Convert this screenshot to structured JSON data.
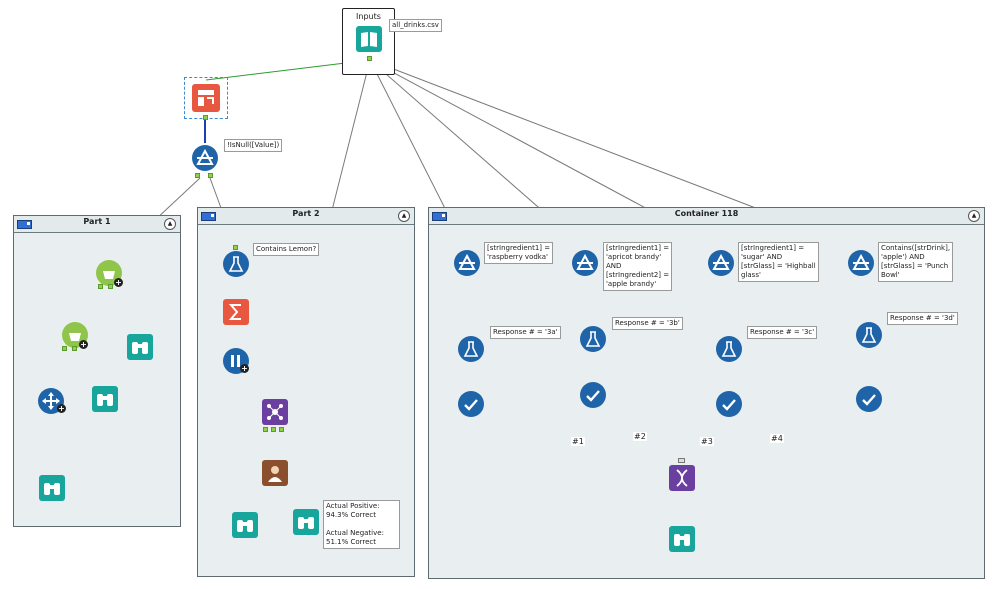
{
  "inputs": {
    "title": "Inputs",
    "file_label": "all_drinks.csv"
  },
  "filter_top": {
    "label": "!IsNull([Value])"
  },
  "containers": {
    "part1": {
      "title": "Part 1"
    },
    "part2": {
      "title": "Part 2"
    },
    "c118": {
      "title": "Container 118"
    }
  },
  "part2": {
    "formula_label": "Contains Lemon?",
    "results": "Actual Positive:\n94.3% Correct\n\nActual Negative:\n51.1% Correct"
  },
  "c118": {
    "filters": [
      "[strIngredient1] =\n'raspberry vodka'",
      "[strIngredient1] =\n'apricot brandy'\nAND\n[strIngredient2] =\n'apple brandy'",
      "[strIngredient1] =\n'sugar' AND\n[strGlass] = 'Highball\nglass'",
      "Contains([strDrink],\n'apple') AND\n[strGlass] = 'Punch\nBowl'"
    ],
    "responses": [
      "Response # = '3a'",
      "Response # = '3b'",
      "Response # = '3c'",
      "Response # = '3d'"
    ],
    "union_labels": [
      "#1",
      "#2",
      "#3",
      "#4"
    ]
  },
  "colors": {
    "blue_tool": "#1f64a8",
    "teal_tool": "#17a59c",
    "purple_tool": "#6b3fa0",
    "orange_tool": "#e8573f",
    "anchor": "#8fd14f"
  }
}
